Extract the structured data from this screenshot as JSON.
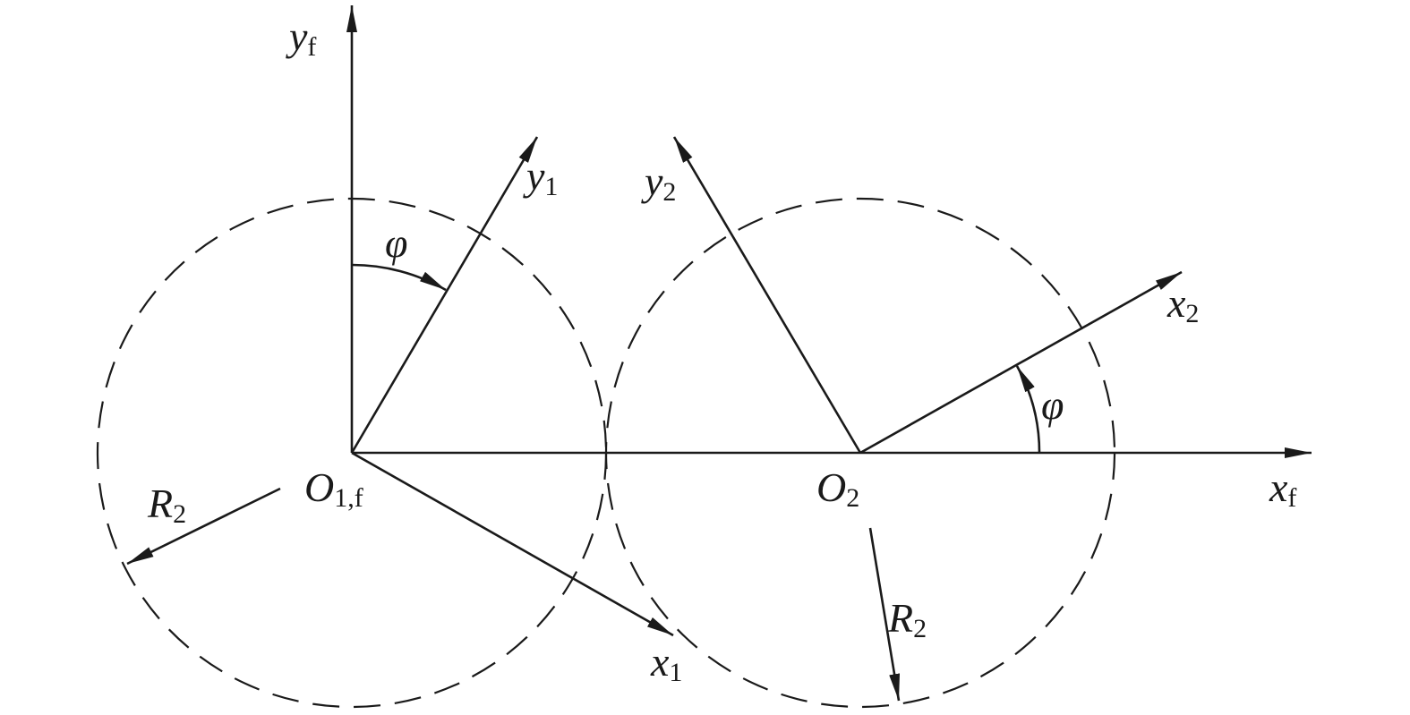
{
  "labels": {
    "yf": {
      "base": "y",
      "sub": "f"
    },
    "y1": {
      "base": "y",
      "sub": "1"
    },
    "y2": {
      "base": "y",
      "sub": "2"
    },
    "x1": {
      "base": "x",
      "sub": "1"
    },
    "x2": {
      "base": "x",
      "sub": "2"
    },
    "xf": {
      "base": "x",
      "sub": "f"
    },
    "o1f": {
      "base": "O",
      "sub": "1,f"
    },
    "o2": {
      "base": "O",
      "sub": "2"
    },
    "r2_left": {
      "base": "R",
      "sub": "2"
    },
    "r2_right": {
      "base": "R",
      "sub": "2"
    },
    "phi_top": "φ",
    "phi_right": "φ"
  },
  "colors": {
    "stroke": "#1a1a1a",
    "background": "#ffffff"
  }
}
